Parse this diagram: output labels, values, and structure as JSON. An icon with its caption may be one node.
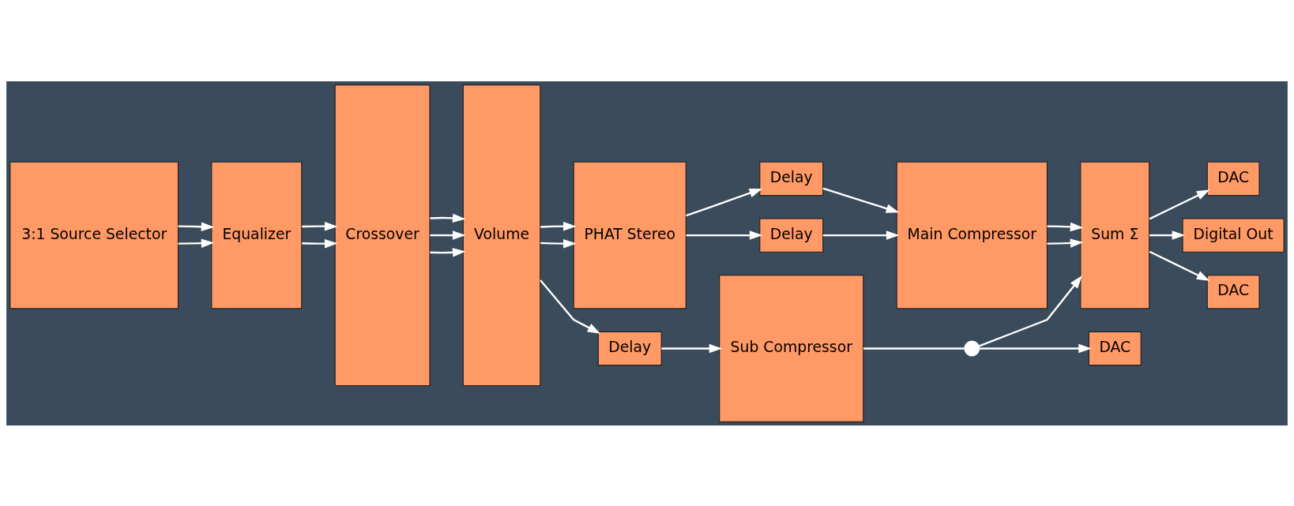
{
  "diagram": {
    "nodes": [
      {
        "text": [
          "3:1 Source Selector"
        ]
      },
      {
        "text": [
          "Equalizer"
        ]
      },
      {
        "text": [
          "Crossover"
        ]
      },
      {
        "text": [
          "Volume"
        ]
      },
      {
        "text": [
          "PHAT Stereo"
        ]
      },
      {
        "text": [
          "Delay"
        ]
      },
      {
        "text": [
          "Delay"
        ]
      },
      {
        "text": [
          "Delay"
        ]
      },
      {
        "text": [
          "Main Compressor"
        ]
      },
      {
        "text": [
          "Sub Compressor"
        ]
      },
      {
        "text": [
          "Sum Σ"
        ]
      },
      {
        "text": [
          "DAC"
        ]
      },
      {
        "text": [
          "Digital Out"
        ]
      },
      {
        "text": [
          "DAC"
        ]
      },
      {
        "text": [
          "DAC"
        ]
      },
      {
        "text": [],
        "shape": "circle"
      }
    ],
    "edges": [
      {
        "from": 0,
        "to": 1,
        "arrow": "to"
      },
      {
        "from": 0,
        "to": 1,
        "arrow": "to"
      },
      {
        "from": 1,
        "to": 2,
        "arrow": "to"
      },
      {
        "from": 1,
        "to": 2,
        "arrow": "to"
      },
      {
        "from": 2,
        "to": 3,
        "arrow": "to"
      },
      {
        "from": 2,
        "to": 3,
        "arrow": "to"
      },
      {
        "from": 2,
        "to": 3,
        "arrow": "to"
      },
      {
        "from": 3,
        "to": 4,
        "arrow": "to"
      },
      {
        "from": 3,
        "to": 4,
        "arrow": "to"
      },
      {
        "from": 3,
        "to": 7,
        "arrow": "to"
      },
      {
        "from": 4,
        "to": 5,
        "arrow": "to"
      },
      {
        "from": 4,
        "to": 6,
        "arrow": "to"
      },
      {
        "from": 5,
        "to": 8,
        "arrow": "to"
      },
      {
        "from": 6,
        "to": 8,
        "arrow": "to"
      },
      {
        "from": 7,
        "to": 9,
        "arrow": "to"
      },
      {
        "from": 8,
        "to": 10,
        "arrow": "to"
      },
      {
        "from": 8,
        "to": 10,
        "arrow": "to"
      },
      {
        "from": 10,
        "to": 11,
        "arrow": "to"
      },
      {
        "from": 10,
        "to": 12,
        "arrow": "to"
      },
      {
        "from": 10,
        "to": 13,
        "arrow": "to"
      },
      {
        "from": 9,
        "to": 15,
        "arrow": "none"
      },
      {
        "from": 15,
        "to": 10,
        "arrow": "to"
      },
      {
        "from": 15,
        "to": 14,
        "arrow": "to"
      }
    ]
  }
}
